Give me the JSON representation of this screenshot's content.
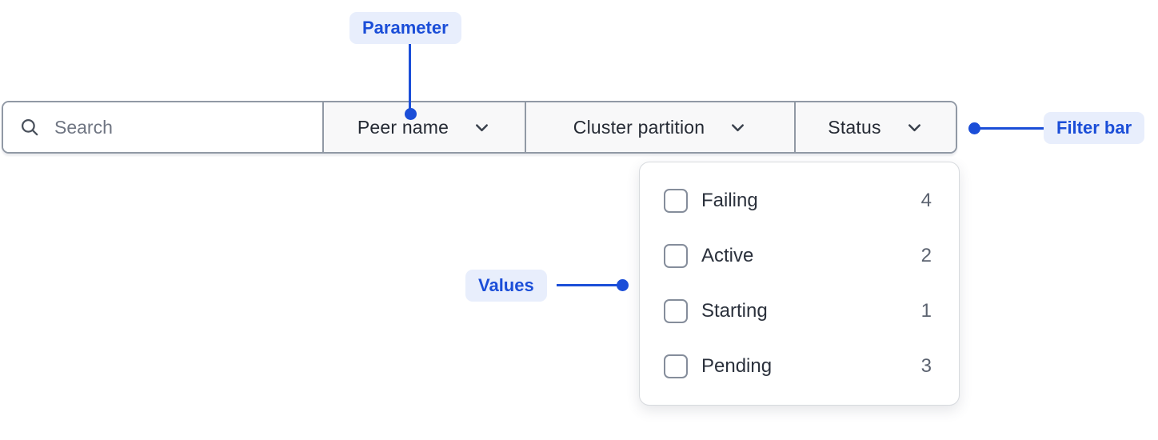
{
  "annotations": {
    "parameter": {
      "label": "Parameter"
    },
    "filter_bar": {
      "label": "Filter bar"
    },
    "values": {
      "label": "Values"
    },
    "accent_color": "#1b4ed8",
    "badge_background": "#e8eefc"
  },
  "filter_bar": {
    "search": {
      "placeholder": "Search",
      "value": "",
      "icon": "search-icon"
    },
    "dropdowns": [
      {
        "label": "Peer name",
        "icon": "chevron-down-icon"
      },
      {
        "label": "Cluster partition",
        "icon": "chevron-down-icon"
      },
      {
        "label": "Status",
        "icon": "chevron-down-icon",
        "open": true
      }
    ]
  },
  "dropdown_panel": {
    "parent": "Status",
    "options": [
      {
        "label": "Failing",
        "count": "4",
        "checked": false
      },
      {
        "label": "Active",
        "count": "2",
        "checked": false
      },
      {
        "label": "Starting",
        "count": "1",
        "checked": false
      },
      {
        "label": "Pending",
        "count": "3",
        "checked": false
      }
    ]
  }
}
